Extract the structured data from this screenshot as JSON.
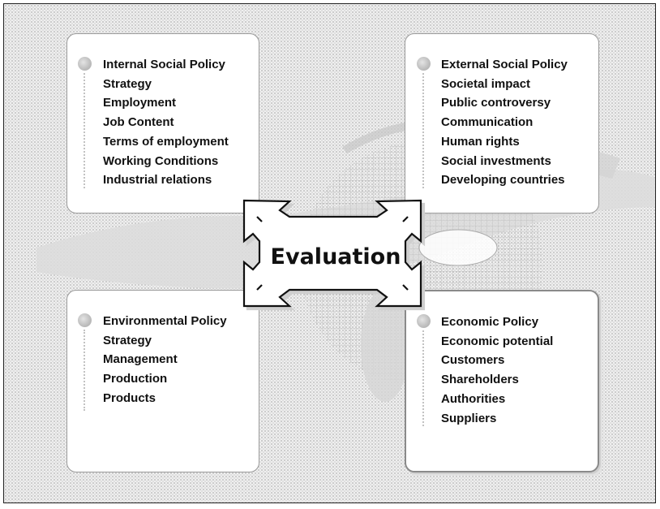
{
  "center": {
    "label": "Evaluation"
  },
  "quadrants": {
    "internal_social": {
      "title": "Internal Social Policy",
      "items": [
        "Strategy",
        "Employment",
        "Job Content",
        "Terms of employment",
        "Working Conditions",
        "Industrial relations"
      ]
    },
    "external_social": {
      "title": "External Social Policy",
      "items": [
        "Societal impact",
        "Public controversy",
        "Communication",
        "Human rights",
        "Social investments",
        "Developing countries"
      ]
    },
    "environmental": {
      "title": "Environmental Policy",
      "items": [
        "Strategy",
        "Management",
        "Production",
        "Products"
      ]
    },
    "economic": {
      "title": "Economic Policy",
      "items": [
        "Economic potential",
        "Customers",
        "Shareholders",
        "Authorities",
        "Suppliers"
      ]
    }
  },
  "colors": {
    "panel_fill": "#ffffff",
    "panel_border": "#9a9a9a",
    "text": "#111111",
    "background_dots": "#8c8c8c"
  },
  "icons": {
    "bullet": "bullet-dot-icon",
    "arrow": "corner-arrow-icon"
  }
}
